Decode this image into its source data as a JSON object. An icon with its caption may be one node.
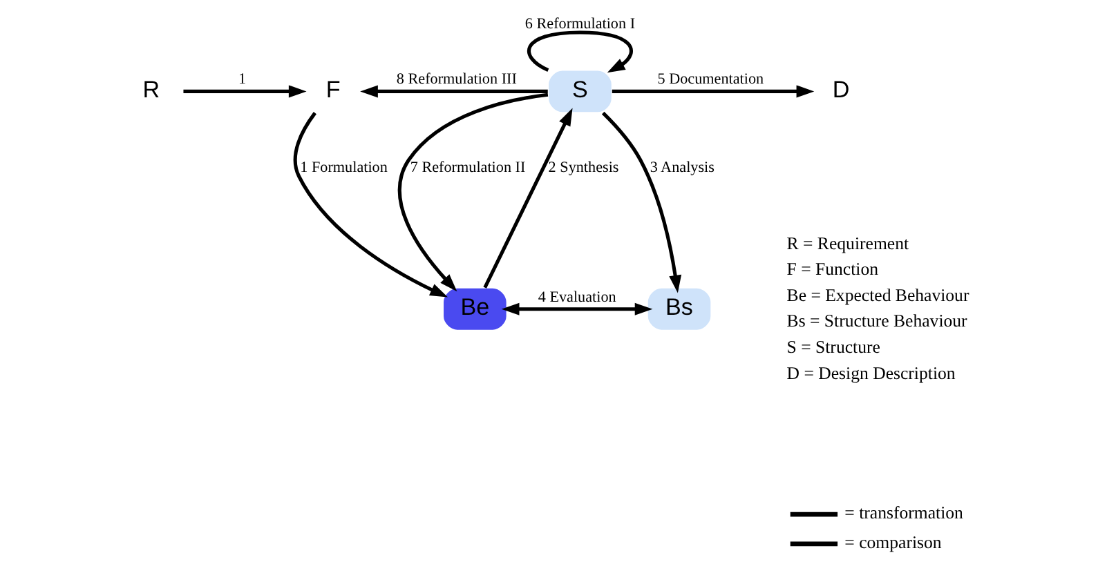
{
  "diagram": {
    "nodes": [
      {
        "text": [
          "R"
        ]
      },
      {
        "text": [
          "F"
        ]
      },
      {
        "text": [
          "S"
        ]
      },
      {
        "text": [
          "D"
        ]
      },
      {
        "text": [
          "Be"
        ]
      },
      {
        "text": [
          "Bs"
        ]
      }
    ],
    "edges": [
      {
        "from": 0,
        "to": 1,
        "arrow": "to",
        "label": "1"
      },
      {
        "from": 1,
        "to": 4,
        "arrow": "to",
        "label": "1 Formulation"
      },
      {
        "from": 4,
        "to": 2,
        "arrow": "to",
        "label": "2 Synthesis"
      },
      {
        "from": 2,
        "to": 5,
        "arrow": "to",
        "label": "3 Analysis"
      },
      {
        "from": 4,
        "to": 5,
        "arrow": "both",
        "label": "4 Evaluation"
      },
      {
        "from": 2,
        "to": 3,
        "arrow": "to",
        "label": "5 Documentation"
      },
      {
        "from": 2,
        "to": 2,
        "arrow": "to",
        "label": "6 Reformulation I"
      },
      {
        "from": 2,
        "to": 4,
        "arrow": "to",
        "label": "7 Reformulation II"
      },
      {
        "from": 2,
        "to": 1,
        "arrow": "to",
        "label": "8 Reformulation III"
      }
    ],
    "labels": [
      "R = Requirement",
      "F = Function",
      "Be = Expected Behaviour",
      "Bs = Structure Behaviour",
      "S = Structure",
      "D = Design Description"
    ],
    "legend": [
      {
        "text": "= transformation"
      },
      {
        "text": "= comparison"
      }
    ]
  }
}
